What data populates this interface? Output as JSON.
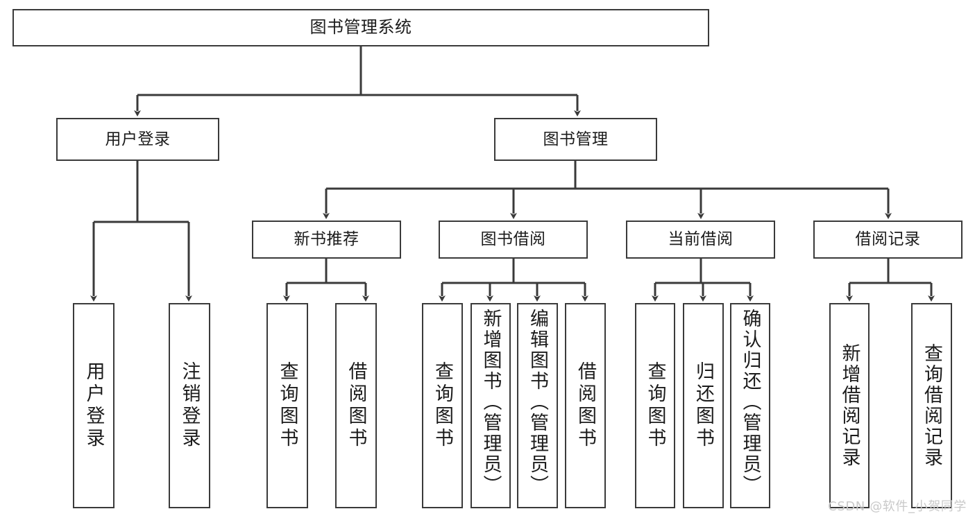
{
  "diagram": {
    "title": "图书管理系统",
    "type": "hierarchy-tree",
    "stroke_color": "#3a3a3a",
    "text_color": "#1b1b1b",
    "background_color": "#ffffff",
    "nodes": {
      "root": {
        "label": "图书管理系统"
      },
      "level1": [
        {
          "label": "用户登录"
        },
        {
          "label": "图书管理"
        }
      ],
      "level2": [
        {
          "label": "新书推荐"
        },
        {
          "label": "图书借阅"
        },
        {
          "label": "当前借阅"
        },
        {
          "label": "借阅记录"
        }
      ],
      "leaves": {
        "user_login": [
          {
            "label": "用户登录"
          },
          {
            "label": "注销登录"
          }
        ],
        "new_book_recommend": [
          {
            "label": "查询图书"
          },
          {
            "label": "借阅图书"
          }
        ],
        "book_borrow": [
          {
            "label": "查询图书"
          },
          {
            "label": "新增图书（管理员）"
          },
          {
            "label": "编辑图书（管理员）"
          },
          {
            "label": "借阅图书"
          }
        ],
        "current_borrow": [
          {
            "label": "查询图书"
          },
          {
            "label": "归还图书"
          },
          {
            "label": "确认归还（管理员）"
          }
        ],
        "borrow_record": [
          {
            "label": "新增借阅记录"
          },
          {
            "label": "查询借阅记录"
          }
        ]
      }
    }
  },
  "watermark": {
    "text": "CSDN @软件_小贺同学"
  }
}
